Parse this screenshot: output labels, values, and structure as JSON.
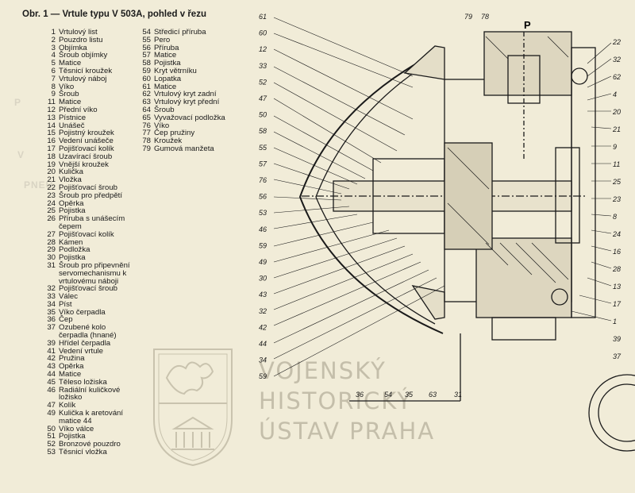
{
  "figure": {
    "caption": "Obr. 1 — Vrtule typu V 503A, pohled v řezu",
    "legend_col1": [
      {
        "num": "1",
        "text": "Vrtulový list"
      },
      {
        "num": "2",
        "text": "Pouzdro listu"
      },
      {
        "num": "3",
        "text": "Objímka"
      },
      {
        "num": "4",
        "text": "Šroub objímky"
      },
      {
        "num": "5",
        "text": "Matice"
      },
      {
        "num": "6",
        "text": "Těsnicí kroužek"
      },
      {
        "num": "7",
        "text": "Vrtulový náboj"
      },
      {
        "num": "8",
        "text": "Víko"
      },
      {
        "num": "9",
        "text": "Šroub"
      },
      {
        "num": "11",
        "text": "Matice"
      },
      {
        "num": "12",
        "text": "Přední víko"
      },
      {
        "num": "13",
        "text": "Pístnice"
      },
      {
        "num": "14",
        "text": "Unášeč"
      },
      {
        "num": "15",
        "text": "Pojistný kroužek"
      },
      {
        "num": "16",
        "text": "Vedení unášeče"
      },
      {
        "num": "17",
        "text": "Pojišťovací kolík"
      },
      {
        "num": "18",
        "text": "Uzavírací šroub"
      },
      {
        "num": "19",
        "text": "Vnější kroužek"
      },
      {
        "num": "20",
        "text": "Kulička"
      },
      {
        "num": "21",
        "text": "Vložka"
      },
      {
        "num": "22",
        "text": "Pojišťovací šroub"
      },
      {
        "num": "23",
        "text": "Šroub pro předpětí"
      },
      {
        "num": "24",
        "text": "Opěrka"
      },
      {
        "num": "25",
        "text": "Pojistka"
      },
      {
        "num": "26",
        "text": "Příruba s unášecím čepem"
      },
      {
        "num": "27",
        "text": "Pojišťovací kolík"
      },
      {
        "num": "28",
        "text": "Kámen"
      },
      {
        "num": "29",
        "text": "Podložka"
      },
      {
        "num": "30",
        "text": "Pojistka"
      },
      {
        "num": "31",
        "text": "Šroub pro připevnění servomechanismu k vrtulovému náboji"
      },
      {
        "num": "32",
        "text": "Pojišťovací šroub"
      },
      {
        "num": "33",
        "text": "Válec"
      },
      {
        "num": "34",
        "text": "Píst"
      },
      {
        "num": "35",
        "text": "Víko čerpadla"
      },
      {
        "num": "36",
        "text": "Čep"
      },
      {
        "num": "37",
        "text": "Ozubené kolo čerpadla (hnané)"
      },
      {
        "num": "39",
        "text": "Hřídel čerpadla"
      },
      {
        "num": "41",
        "text": "Vedení vrtule"
      },
      {
        "num": "42",
        "text": "Pružina"
      },
      {
        "num": "43",
        "text": "Opěrka"
      },
      {
        "num": "44",
        "text": "Matice"
      },
      {
        "num": "45",
        "text": "Těleso ložiska"
      },
      {
        "num": "46",
        "text": "Radiální kuličkové ložisko"
      },
      {
        "num": "47",
        "text": "Kolík"
      },
      {
        "num": "49",
        "text": "Kulička k aretování matice 44"
      },
      {
        "num": "50",
        "text": "Víko válce"
      },
      {
        "num": "51",
        "text": "Pojistka"
      },
      {
        "num": "52",
        "text": "Bronzové pouzdro"
      },
      {
        "num": "53",
        "text": "Těsnicí vložka"
      }
    ],
    "legend_col2": [
      {
        "num": "54",
        "text": "Středicí příruba"
      },
      {
        "num": "55",
        "text": "Pero"
      },
      {
        "num": "56",
        "text": "Příruba"
      },
      {
        "num": "57",
        "text": "Matice"
      },
      {
        "num": "58",
        "text": "Pojistka"
      },
      {
        "num": "59",
        "text": "Kryt větrníku"
      },
      {
        "num": "60",
        "text": "Lopatka"
      },
      {
        "num": "61",
        "text": "Matice"
      },
      {
        "num": "62",
        "text": "Vrtulový kryt zadní"
      },
      {
        "num": "63",
        "text": "Vrtulový kryt přední"
      },
      {
        "num": "64",
        "text": "Šroub"
      },
      {
        "num": "65",
        "text": "Vyvažovací podložka"
      },
      {
        "num": "76",
        "text": "Víko"
      },
      {
        "num": "77",
        "text": "Čep pružiny"
      },
      {
        "num": "78",
        "text": "Kroužek"
      },
      {
        "num": "79",
        "text": "Gumová manžeta"
      }
    ]
  },
  "watermark": {
    "lines": [
      "VOJENSKÝ",
      "HISTORICKÝ",
      "ÚSTAV PRAHA"
    ]
  },
  "drawing": {
    "label_top": "P",
    "callouts_left": [
      "61",
      "60",
      "12",
      "33",
      "52",
      "47",
      "50",
      "58",
      "55",
      "57",
      "76",
      "56",
      "53",
      "46",
      "59",
      "49",
      "30",
      "43",
      "32",
      "42",
      "44",
      "34",
      "59"
    ],
    "callouts_right": [
      "22",
      "32",
      "62",
      "4",
      "20",
      "21",
      "9",
      "11",
      "25",
      "23",
      "8",
      "24",
      "16",
      "28",
      "13",
      "17",
      "1",
      "39",
      "37"
    ],
    "callouts_top": [
      "79",
      "78"
    ],
    "callouts_bottom": [
      "36",
      "54",
      "35",
      "63",
      "31"
    ]
  }
}
